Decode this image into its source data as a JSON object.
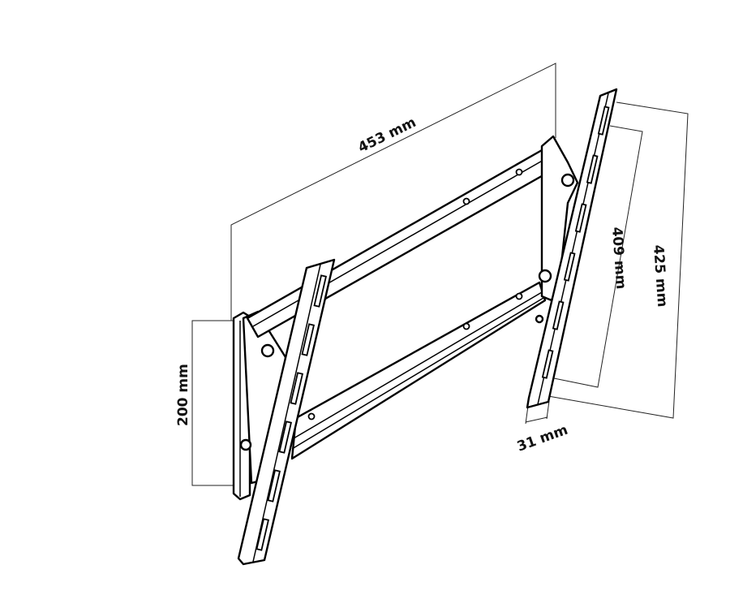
{
  "diagram": {
    "dimensions": {
      "width": "453 mm",
      "height_left": "200 mm",
      "arm_length": "425 mm",
      "arm_slot_span": "409 mm",
      "arm_depth": "31 mm"
    },
    "colors": {
      "line": "#000000",
      "background": "#ffffff"
    }
  }
}
